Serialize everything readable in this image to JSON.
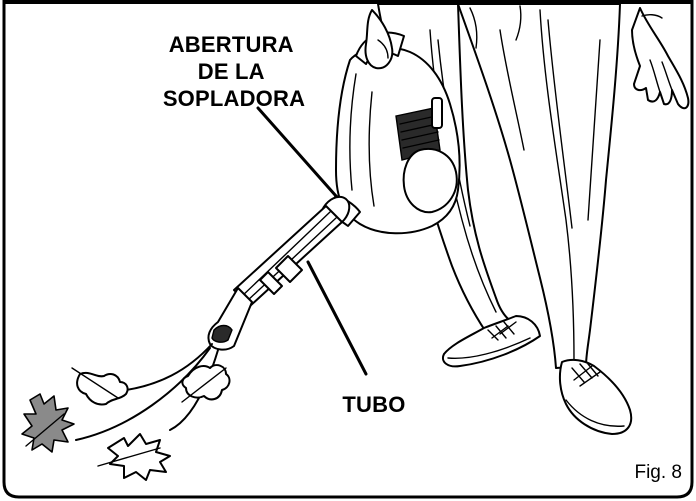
{
  "callouts": {
    "blower_opening": [
      "ABERTURA",
      "DE LA",
      "SOPLADORA"
    ],
    "tube": "TUBO"
  },
  "figure_label": "Fig. 8",
  "colors": {
    "ink": "#000000",
    "background": "#ffffff",
    "leaf_grey": "#8a8a8a"
  }
}
